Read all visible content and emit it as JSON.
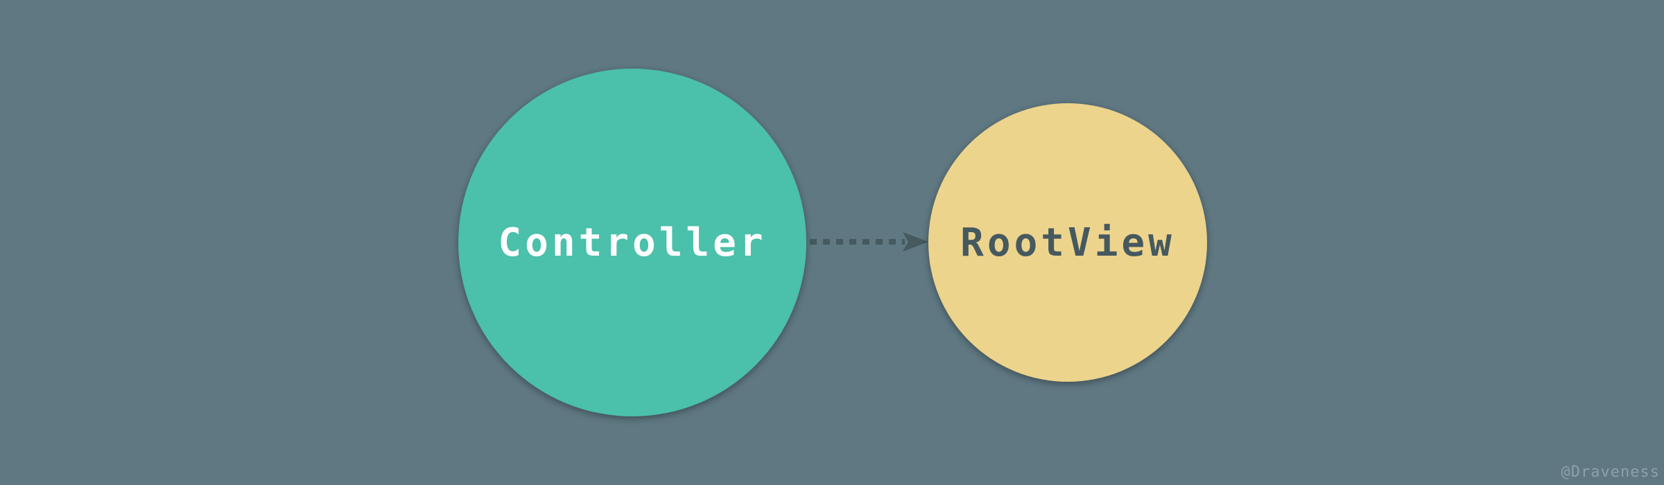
{
  "diagram": {
    "background_color": "#5f7882",
    "nodes": [
      {
        "id": "controller",
        "label": "Controller",
        "fill": "#4bc0ab",
        "text_color": "#ffffff"
      },
      {
        "id": "rootview",
        "label": "RootView",
        "fill": "#edd48c",
        "text_color": "#45595f"
      }
    ],
    "edges": [
      {
        "from": "controller",
        "to": "rootview",
        "style": "dotted",
        "arrow": "end",
        "color": "#45595f"
      }
    ]
  },
  "watermark": "@Draveness"
}
